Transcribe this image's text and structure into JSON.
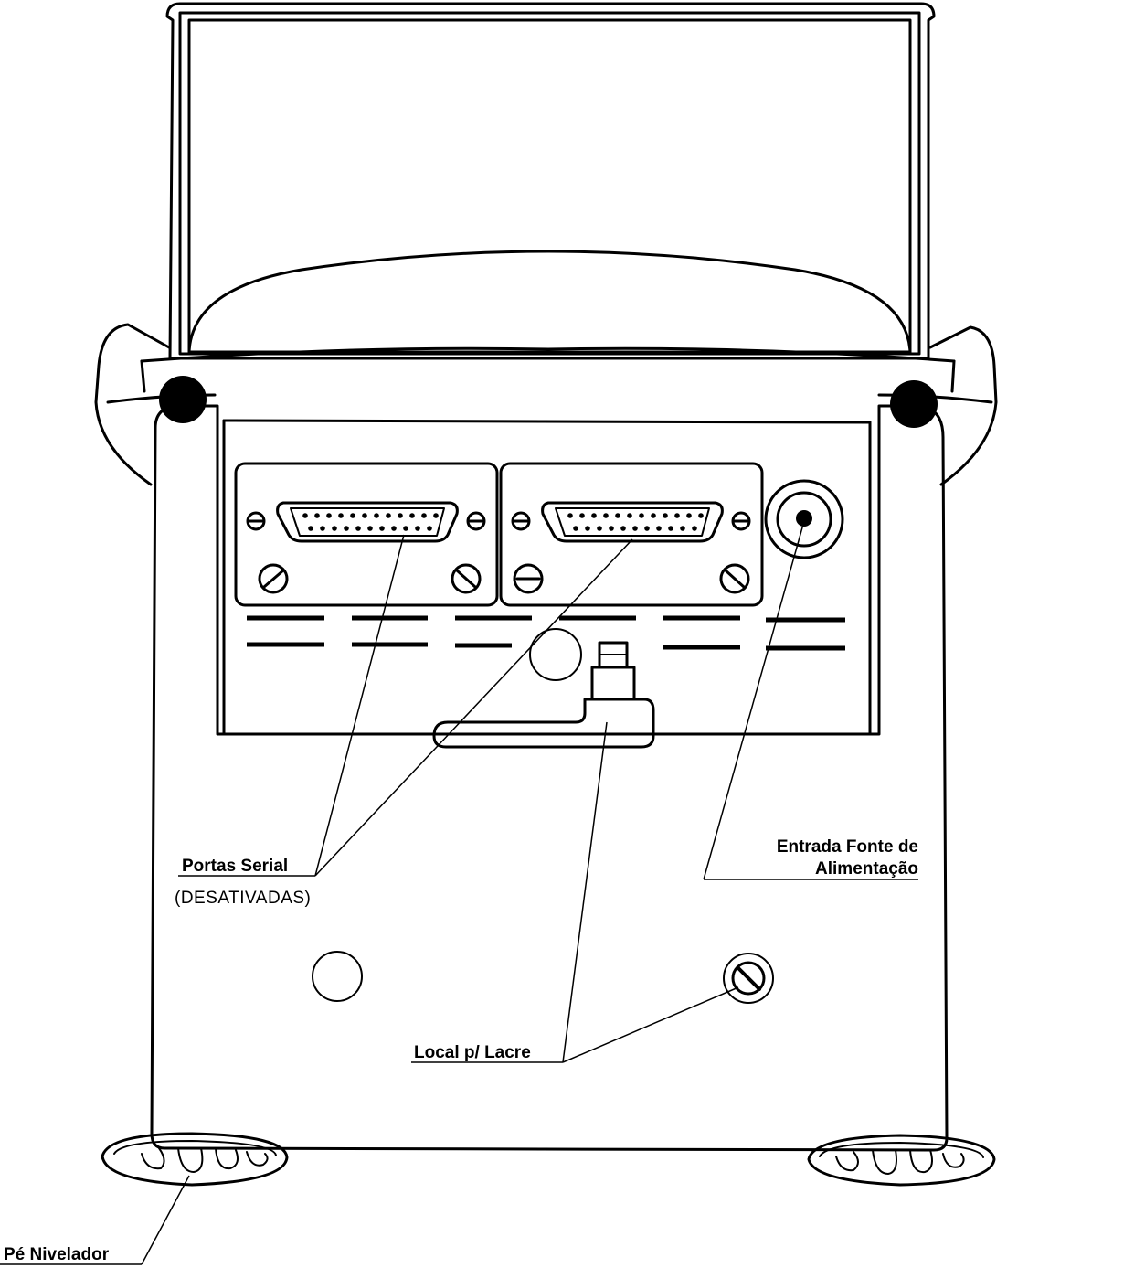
{
  "labels": {
    "serial_ports": "Portas Serial",
    "serial_ports_status": "(DESATIVADAS)",
    "power_input_line1": "Entrada Fonte de",
    "power_input_line2": "Alimentação",
    "seal_location": "Local p/ Lacre",
    "leveling_foot": "Pé Nivelador"
  },
  "colors": {
    "ink": "#000000",
    "paper": "#ffffff"
  }
}
